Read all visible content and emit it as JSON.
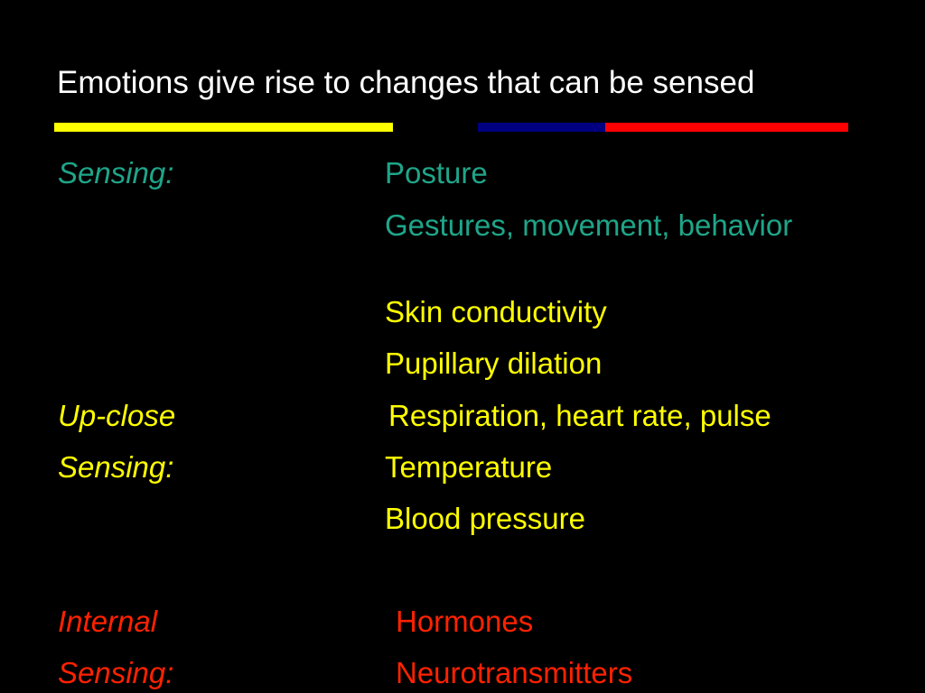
{
  "slide": {
    "title": "Emotions give rise to changes that can be sensed",
    "colors": {
      "background": "#000000",
      "title": "#ffffff",
      "bar_yellow": "#ffff00",
      "bar_navy": "#000080",
      "bar_red": "#ff0000",
      "group_teal": "#1fa589",
      "group_yellow": "#ffff00",
      "group_red": "#ff2200"
    },
    "groups": {
      "distance": {
        "label": "Sensing:",
        "items": [
          "Posture",
          "Gestures, movement, behavior"
        ]
      },
      "upclose": {
        "label_line1": "Up-close",
        "label_line2": "Sensing:",
        "items": [
          "Skin conductivity",
          "Pupillary dilation",
          "Respiration, heart rate, pulse",
          "Temperature",
          "Blood pressure"
        ]
      },
      "internal": {
        "label_line1": "Internal",
        "label_line2": "Sensing:",
        "items": [
          "Hormones",
          "Neurotransmitters"
        ]
      }
    }
  }
}
